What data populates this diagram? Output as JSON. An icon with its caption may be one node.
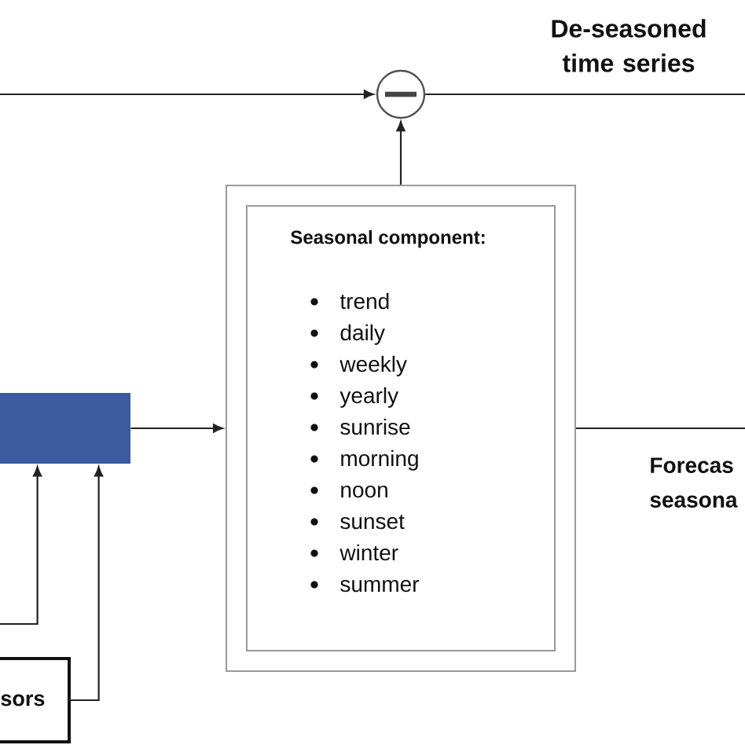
{
  "diagram": {
    "nodes": [
      {
        "text": [],
        "shape": "circle"
      },
      {
        "text": [
          "Seasonal component:",
          "trend",
          "daily",
          "weekly",
          "yearly",
          "sunrise",
          "morning",
          "noon",
          "sunset",
          "winter",
          "summer"
        ]
      },
      {
        "text": [],
        "shape": "box"
      },
      {
        "text": [
          "sors"
        ]
      }
    ],
    "edges": [
      {
        "from": null,
        "to": 0,
        "arrow": "to"
      },
      {
        "from": 0,
        "to": null,
        "arrow": "none",
        "label": "De-seasoned time series"
      },
      {
        "from": 1,
        "to": 0,
        "arrow": "to"
      },
      {
        "from": 2,
        "to": 1,
        "arrow": "to"
      },
      {
        "from": null,
        "to": 2,
        "arrow": "to"
      },
      {
        "from": 3,
        "to": 2,
        "arrow": "to"
      },
      {
        "from": 1,
        "to": null,
        "arrow": "none",
        "label": "Forecas seasona"
      }
    ]
  }
}
